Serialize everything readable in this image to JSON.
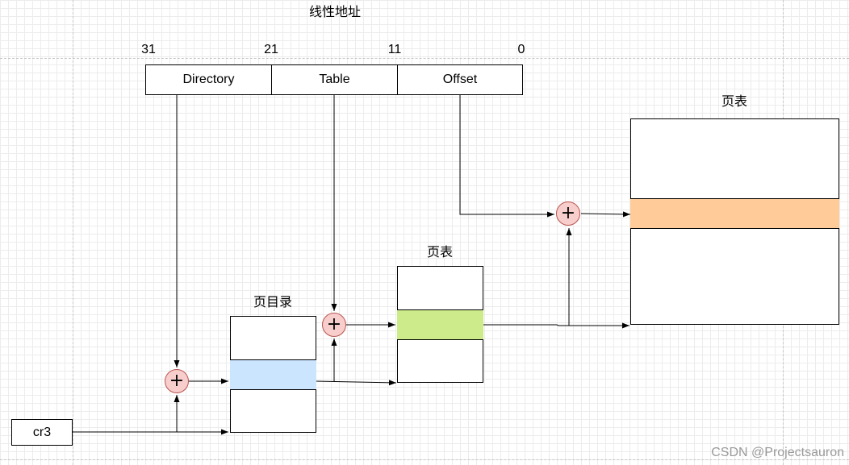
{
  "title": "线性地址",
  "bits": {
    "b31": "31",
    "b21": "21",
    "b11": "11",
    "b0": "0"
  },
  "fields": {
    "directory": "Directory",
    "table": "Table",
    "offset": "Offset"
  },
  "page_directory": {
    "label": "页目录",
    "highlight_color": "#cce5ff"
  },
  "page_table": {
    "label": "页表",
    "highlight_color": "#cdeb8b"
  },
  "page": {
    "label": "页表",
    "highlight_color": "#ffcc99"
  },
  "cr3": {
    "label": "cr3"
  },
  "adder": {
    "symbol": "+",
    "fill": "#f8cecc",
    "stroke": "#b85450"
  },
  "watermark": "CSDN @Projectsauron"
}
